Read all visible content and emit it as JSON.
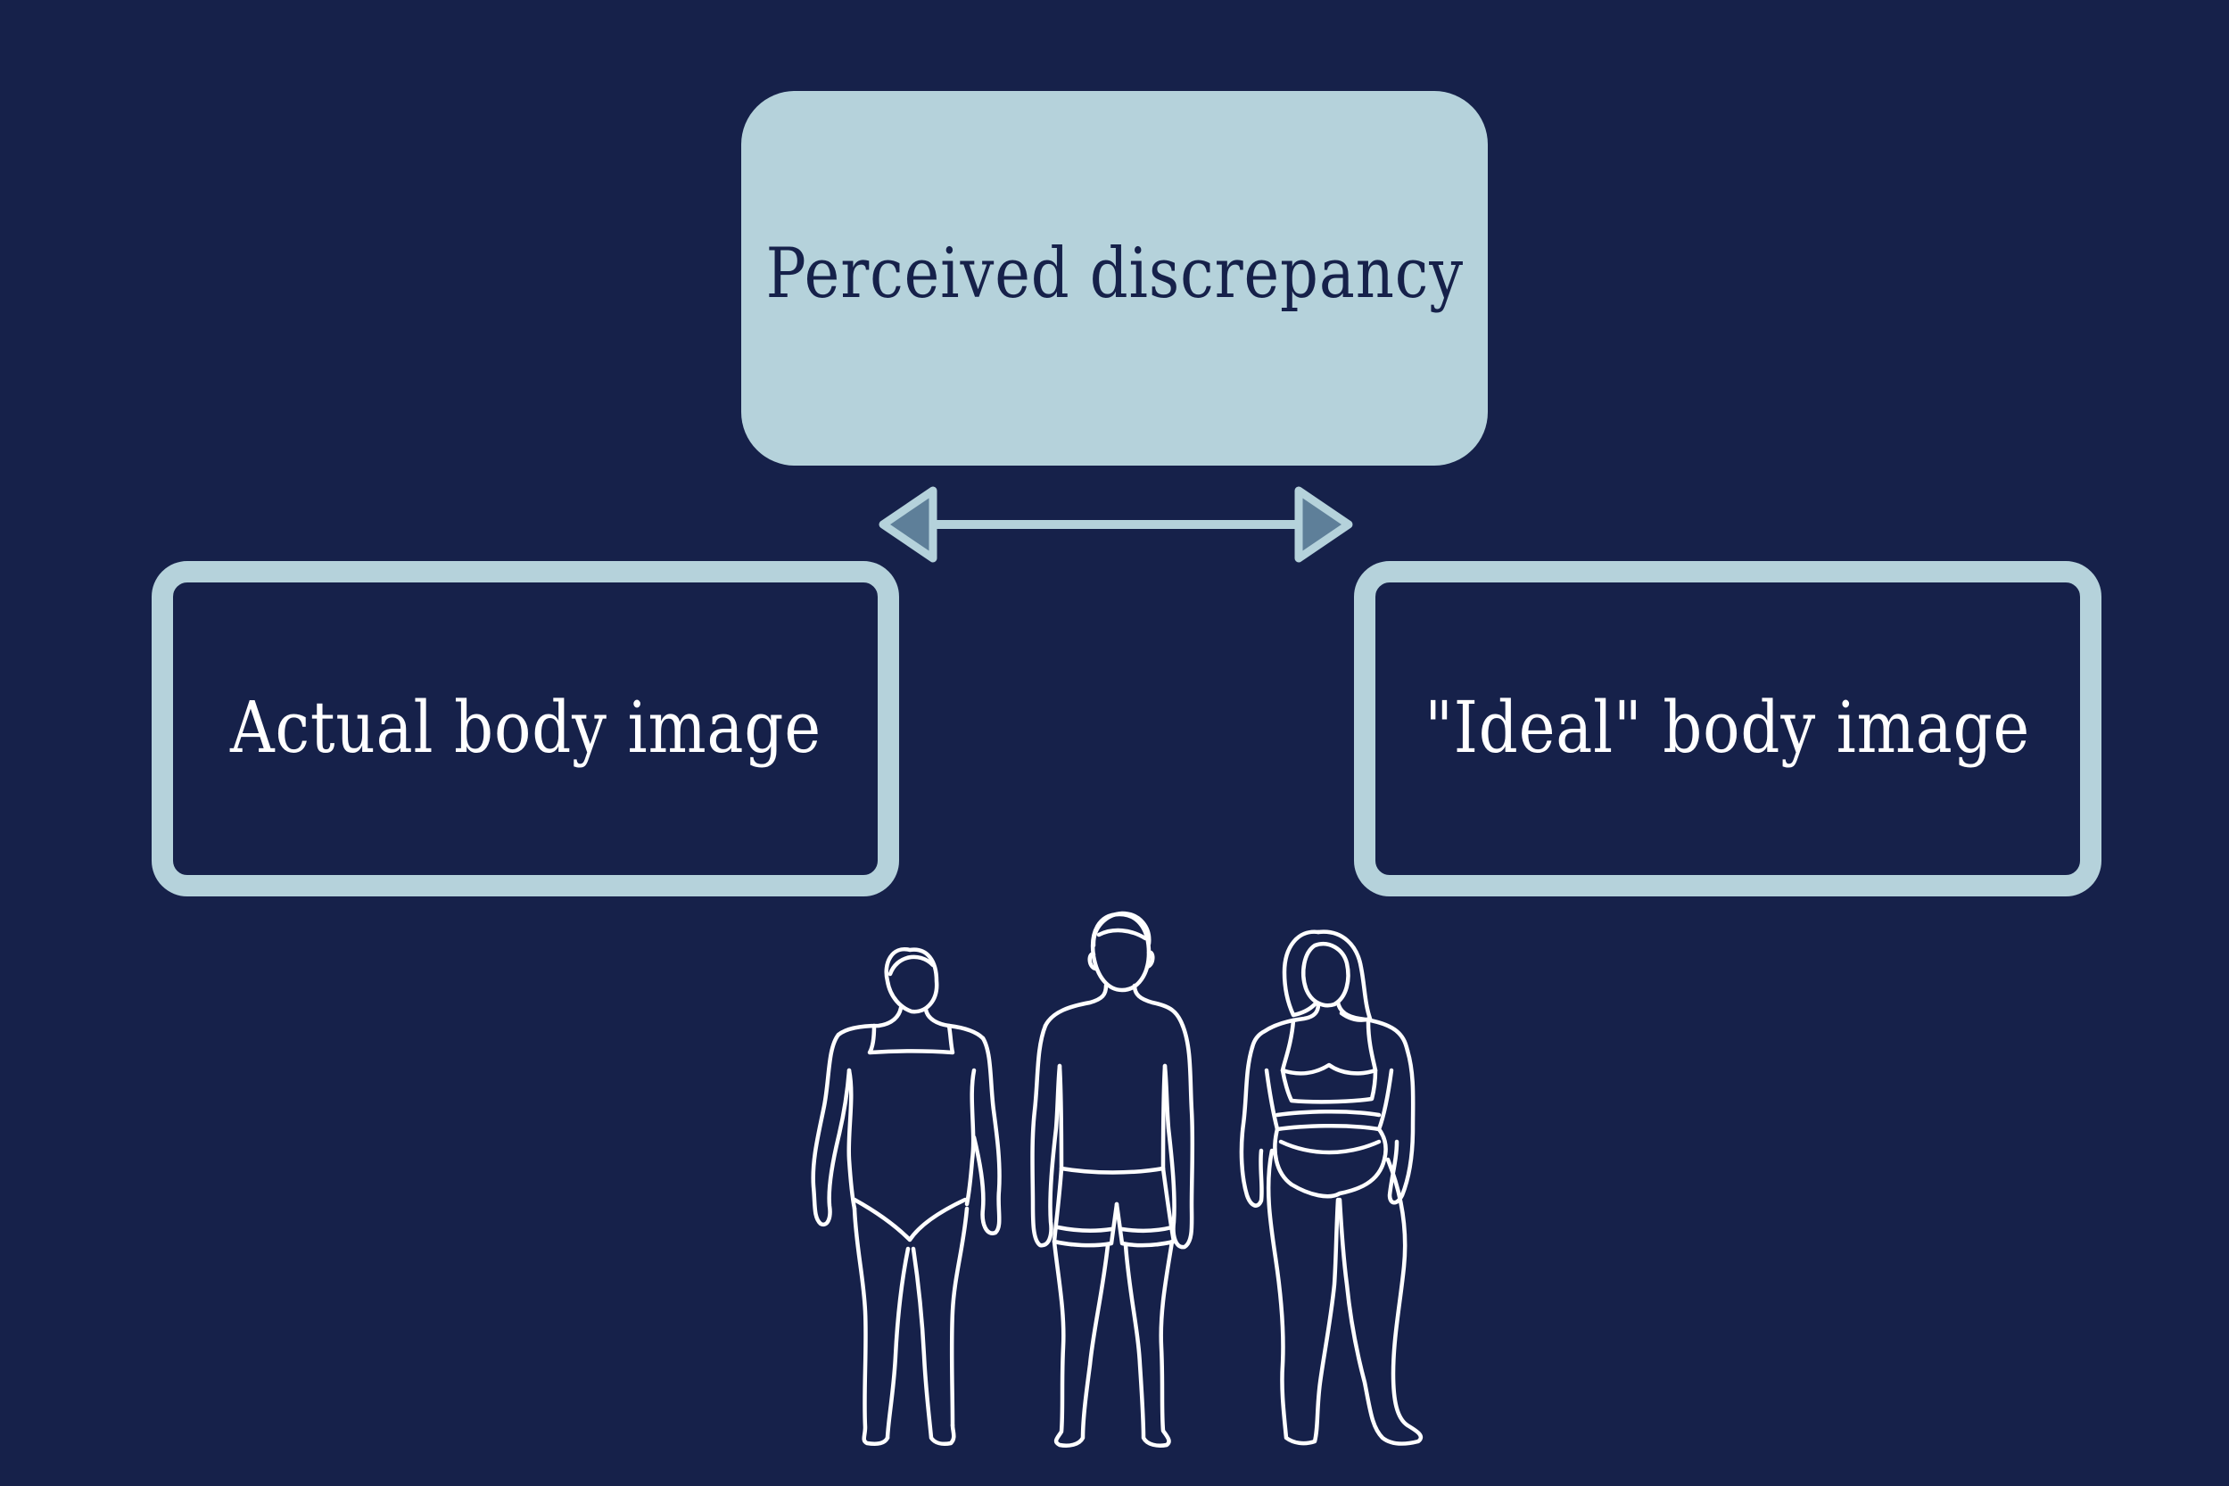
{
  "diagram": {
    "top_node": {
      "label": "Perceived discrepancy"
    },
    "left_node": {
      "label": "Actual body image"
    },
    "right_node": {
      "label": "\"Ideal\" body image"
    },
    "connector": {
      "type": "double-headed-arrow",
      "from": "left_node",
      "to": "right_node"
    }
  },
  "illustration": {
    "figures": [
      "figure-woman-swimsuit-icon",
      "figure-man-shorts-icon",
      "figure-woman-bikini-icon"
    ]
  },
  "colors": {
    "background": "#16214a",
    "box_fill": "#b5d2db",
    "box_border": "#b5d2db",
    "arrow_fill": "#5e7f99",
    "figure_stroke": "#ffffff"
  }
}
